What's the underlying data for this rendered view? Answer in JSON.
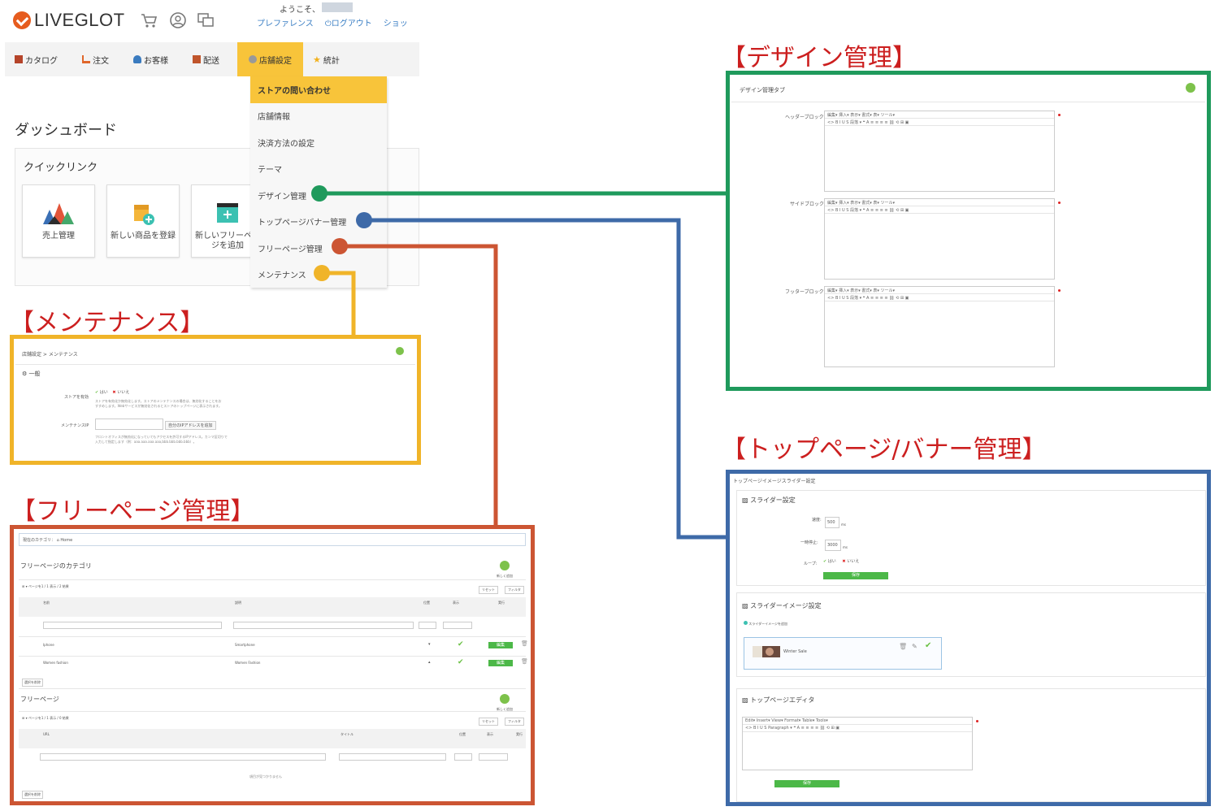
{
  "header": {
    "logo": "LIVEGLOT",
    "welcome": "ようこそ、",
    "links": [
      "プレファレンス",
      "ログアウト",
      "ショッ"
    ]
  },
  "nav": {
    "items": [
      {
        "label": "カタログ",
        "color": "#b5442a"
      },
      {
        "label": "注文",
        "color": "#e0662a"
      },
      {
        "label": "お客様",
        "color": "#3a7bbf"
      },
      {
        "label": "配送",
        "color": "#c0552c"
      },
      {
        "label": "店舗設定",
        "color": "#888888"
      },
      {
        "label": "統計",
        "color": "#f2b11c"
      }
    ],
    "active_color": "#f8c43a"
  },
  "dropdown": {
    "items": [
      "ストアの問い合わせ",
      "店舗情報",
      "決済方法の設定",
      "テーマ",
      "デザイン管理",
      "トップページバナー管理",
      "フリーページ管理",
      "メンテナンス"
    ]
  },
  "dashboard": {
    "title": "ダッシュボード",
    "quick_links_title": "クイックリンク",
    "cards": [
      "売上管理",
      "新しい商品を登録",
      "新しいフリーページを追加"
    ]
  },
  "sections": {
    "design": "【デザイン管理】",
    "maintenance": "【メンテナンス】",
    "free_page": "【フリーページ管理】",
    "top_banner": "【トップページ/バナー管理】"
  },
  "colors": {
    "design": "#1f9a5c",
    "top_banner": "#3e6aa8",
    "free_page": "#cc5533",
    "maintenance": "#f0b429",
    "heading_red": "#cc1f1f"
  },
  "design_panel": {
    "tab": "デザイン管理タブ",
    "blocks": [
      "ヘッダーブロック",
      "サイドブロック",
      "フッターブロック"
    ],
    "menu": "編集▾  挿入▾  表示▾  書式▾  表▾  ツール▾",
    "tools": "<> B I U S 段落 ▾ ❝ A ≡ ≡ ≡ ≡ ⛓ ⟲ ⊞ ▣"
  },
  "maintenance_panel": {
    "breadcrumb": "店舗設定 > メンテナンス",
    "section": "一般",
    "store_label": "ストアを有効",
    "yes": "はい",
    "no": "いいえ",
    "help1": "ストアを有効化か無効化します。ストアのメンテナンスの場合は、無効化することをお",
    "help1b": "すすめします。Webサービスが無効化されるとストアのトップページに表示されます。",
    "ip_label": "メンテナンスIP",
    "ip_button": "自分のIPアドレスを追加",
    "help2": "フロントオフィスが無効化になっていてもアクセスを許可するIPアドレス。カンマ区切りで",
    "help2b": "入力して指定します（例：aaa.aaa.aaa.aaa,bbb.bbb.bbb.bbb）。"
  },
  "free_panel": {
    "category_label": "現在のカテゴリ",
    "home": "Home",
    "cat_title": "フリーページのカテゴリ",
    "add_new": "新しく追加",
    "pagination": "ページを1 / 1 表示 / 2 結果",
    "reset": "リセット",
    "filter": "フィルタ",
    "cols_cat": [
      "名前",
      "説明",
      "位置",
      "表示",
      "実行"
    ],
    "cat_rows": [
      {
        "name": "Iphone",
        "desc": "Smartphone",
        "pos": "▾"
      },
      {
        "name": "Women fashion",
        "desc": "Women Fashion",
        "pos": "▴"
      }
    ],
    "edit": "編集",
    "bulk": "選択を削除",
    "page_title": "フリーページ",
    "pagination2": "ページを1 / 1 表示 / 0 結果",
    "cols_page": [
      "URL",
      "タイトル",
      "位置",
      "表示",
      "実行"
    ],
    "empty": "項目が見つかりません"
  },
  "banner_panel": {
    "title": "トップページイメージスライダー設定",
    "slider_settings": "スライダー設定",
    "speed_label": "速度",
    "speed_value": "500",
    "pause_label": "一時停止",
    "pause_value": "3000",
    "unit": "ms",
    "loop_label": "ループ",
    "yes": "はい",
    "no": "いいえ",
    "save": "保存",
    "image_settings": "スライダーイメージ設定",
    "add_image": "スライダーイメージを追加",
    "slide_name": "Winter Sale",
    "editor_title": "トップページエディタ",
    "menu": "Edit▾  Insert▾  View▾  Format▾  Table▾  Tools▾",
    "tools": "<> B I U S Paragraph ▾ ❝ A ≡ ≡ ≡ ≡ ⛓ ⟲ ⊞ ▣"
  }
}
